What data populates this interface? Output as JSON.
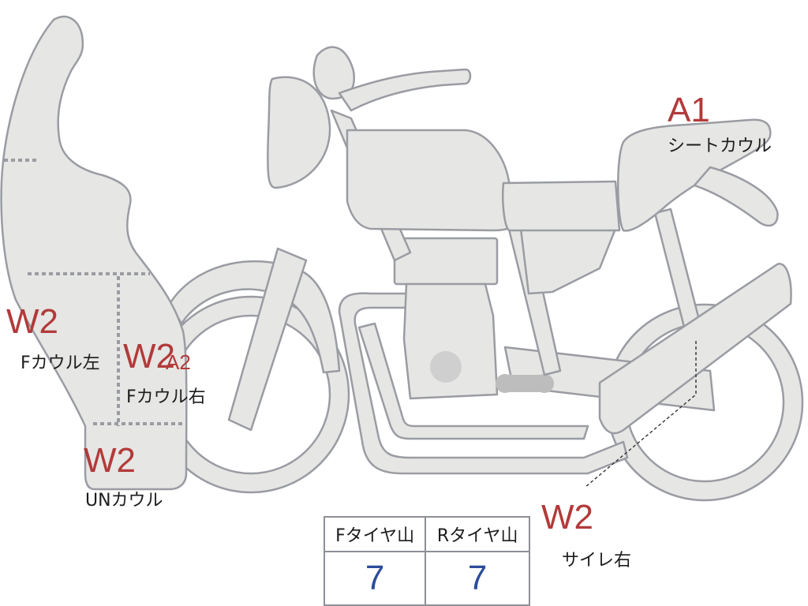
{
  "parts": [
    {
      "id": "seat-cowl",
      "grade": "A1",
      "label": "シートカウル"
    },
    {
      "id": "f-cowl-left",
      "grade": "W2",
      "label": "Fカウル左"
    },
    {
      "id": "f-cowl-right",
      "grade": "W2",
      "grade2": "A2",
      "label": "Fカウル右"
    },
    {
      "id": "un-cowl",
      "grade": "W2",
      "label": "UNカウル"
    },
    {
      "id": "muffler-right",
      "grade": "W2",
      "label": "サイレ右"
    }
  ],
  "tire_table": {
    "headers": [
      "Fタイヤ山",
      "Rタイヤ山"
    ],
    "values": [
      "7",
      "7"
    ]
  },
  "colors": {
    "body_fill": "#e6e6e4",
    "outline": "#9a9ca3",
    "grade_text": "#b23a3a",
    "value_text": "#2c4c9a"
  }
}
